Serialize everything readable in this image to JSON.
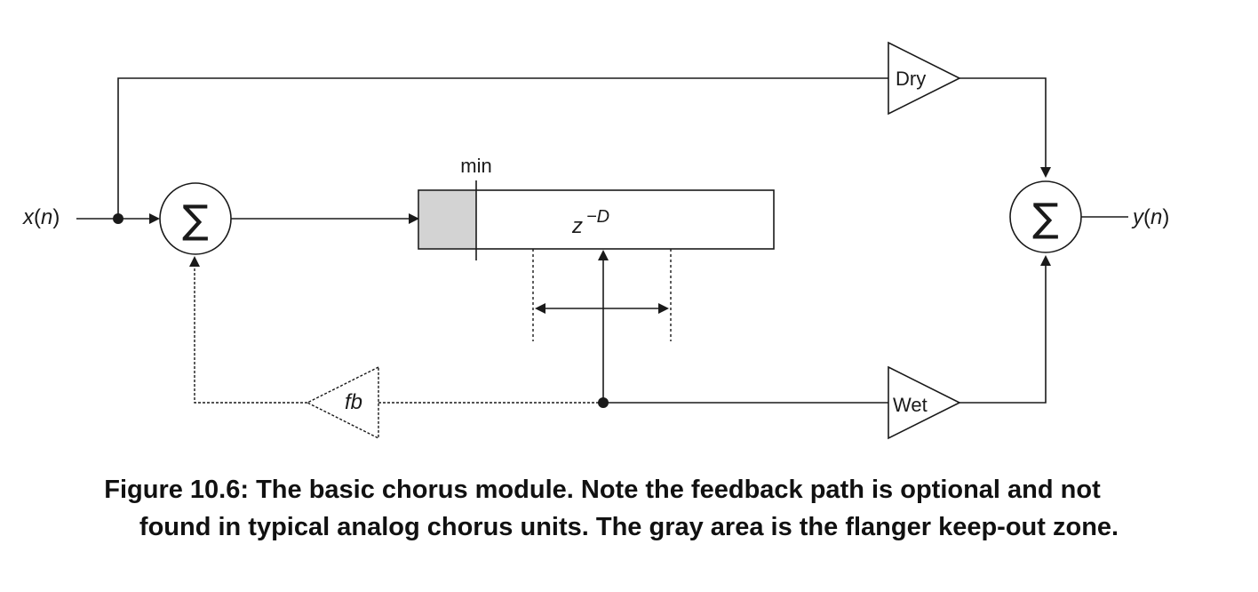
{
  "diagram": {
    "input_label_var": "x",
    "input_label_arg": "n",
    "output_label_var": "y",
    "output_label_arg": "n",
    "sum_symbol": "∑",
    "dry_label": "Dry",
    "wet_label": "Wet",
    "fb_label": "fb",
    "min_label": "min",
    "delay_label_base": "z",
    "delay_label_exp": "−D"
  },
  "caption": {
    "line1": "Figure 10.6: The basic chorus module. Note the feedback path is optional and not",
    "line2": "found in typical analog chorus units. The gray area is the flanger keep-out zone."
  },
  "colors": {
    "stroke": "#1a1a1a",
    "keepout_fill": "#d3d3d3"
  }
}
